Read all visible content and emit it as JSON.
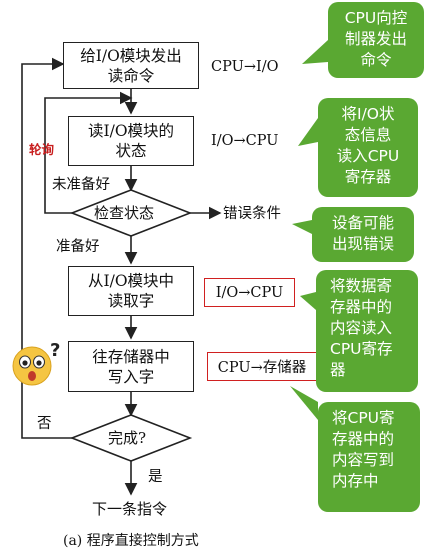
{
  "steps": {
    "send_read": "给I/O模块发出\n读命令",
    "read_status": "读I/O模块的\n状态",
    "check_status": "检查状态",
    "read_word": "从I/O模块中\n读取字",
    "write_memory": "往存储器中\n写入字",
    "done": "完成?",
    "next_instruction": "下一条指令"
  },
  "flows": {
    "cpu_to_io": "CPU→I/O",
    "io_to_cpu_1": "I/O→CPU",
    "io_to_cpu_2": "I/O→CPU",
    "cpu_to_memory": "CPU→存储器",
    "error_condition": "错误条件"
  },
  "edge_labels": {
    "not_ready": "未准备好",
    "ready": "准备好",
    "no": "否",
    "yes": "是",
    "polling": "轮询"
  },
  "bubbles": {
    "b1": "CPU向控\n制器发出\n命令",
    "b2": "将I/O状\n态信息\n读入CPU\n寄存器",
    "b3": "设备可能\n出现错误",
    "b4": "将数据寄\n存器中的\n内容读入\nCPU寄存\n器",
    "b5": "将CPU寄\n存器中的\n内容写到\n内存中"
  },
  "caption": "(a) 程序直接控制方式",
  "colors": {
    "bubble": "#5aa832",
    "highlight_border": "#d02020",
    "polling_text": "#c81e1e"
  }
}
